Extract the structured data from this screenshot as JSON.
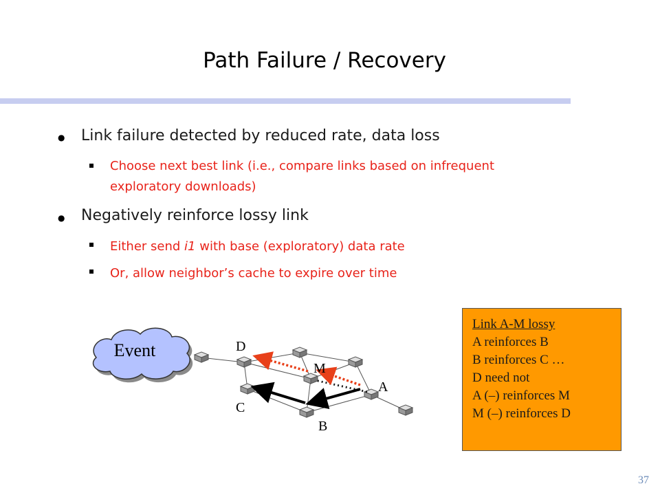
{
  "slide": {
    "title": "Path Failure / Recovery",
    "page_number": "37"
  },
  "bullets": [
    {
      "text": "Link failure detected by reduced rate, data loss",
      "sub": [
        "Choose next best link (i.e., compare links based on infrequent exploratory downloads)"
      ]
    },
    {
      "text": "Negatively reinforce lossy link",
      "sub": [
        {
          "before": "Either send ",
          "italic": "i1",
          "after": " with base (exploratory) data rate"
        },
        "Or, allow neighbor’s cache to expire over time"
      ]
    }
  ],
  "diagram": {
    "cloud_label": "Event",
    "nodes": {
      "D": "D",
      "M": "M",
      "A": "A",
      "C": "C",
      "B": "B"
    },
    "colors": {
      "reinforce_arrow": "#000000",
      "negative_arrow": "#e8401a",
      "lossy_link": "#1a1a1a",
      "cloud": "#b4c2ff"
    }
  },
  "note_box": {
    "heading": "Link A-M lossy",
    "lines": [
      "A reinforces B",
      "B reinforces C …",
      "D need not",
      "A (–) reinforces M",
      "M (–) reinforces D"
    ],
    "background": "#ff9900"
  }
}
